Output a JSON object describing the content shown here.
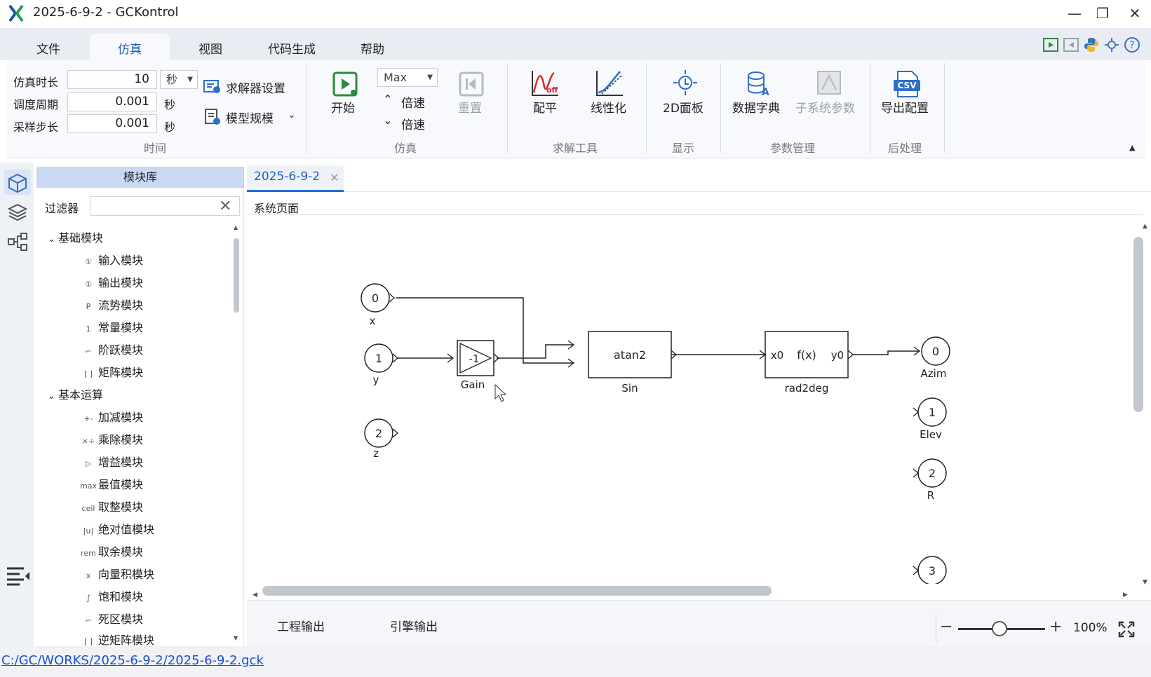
{
  "window": {
    "title": "2025-6-9-2 - GCKontrol",
    "minimize_icon": "minimize-icon",
    "restore_icon": "restore-icon",
    "close_icon": "close-icon"
  },
  "menu": {
    "tabs": [
      "文件",
      "仿真",
      "视图",
      "代码生成",
      "帮助"
    ],
    "active": "仿真"
  },
  "ribbon": {
    "time": {
      "sim_duration_label": "仿真时长",
      "sim_duration_value": "10",
      "sim_duration_unit": "秒",
      "sched_period_label": "调度周期",
      "sched_period_value": "0.001",
      "sched_period_unit": "秒",
      "sample_step_label": "采样步长",
      "sample_step_value": "0.001",
      "sample_step_unit": "秒",
      "solver_settings": "求解器设置",
      "model_rules": "模型规模",
      "group_label": "时间"
    },
    "sim": {
      "start": "开始",
      "speed_select": "Max",
      "speed_up": "倍速",
      "speed_down": "倍速",
      "reset": "重置",
      "group_label": "仿真"
    },
    "solver_tools": {
      "trim": "配平",
      "linearize": "线性化",
      "group_label": "求解工具"
    },
    "display": {
      "panel2d": "2D面板",
      "group_label": "显示"
    },
    "param_mgmt": {
      "data_dict": "数据字典",
      "subsystem_params": "子系统参数",
      "group_label": "参数管理"
    },
    "post": {
      "export_config": "导出配置",
      "csv": "CSV",
      "group_label": "后处理"
    }
  },
  "library": {
    "title": "模块库",
    "filter_label": "过滤器",
    "filter_value": "",
    "groups": [
      {
        "name": "基础模块",
        "items": [
          {
            "icon": "①",
            "label": "输入模块"
          },
          {
            "icon": "①",
            "label": "输出模块"
          },
          {
            "icon": "P",
            "label": "流势模块"
          },
          {
            "icon": "1",
            "label": "常量模块"
          },
          {
            "icon": "⌐",
            "label": "阶跃模块"
          },
          {
            "icon": "[ ]",
            "label": "矩阵模块"
          }
        ]
      },
      {
        "name": "基本运算",
        "items": [
          {
            "icon": "+-",
            "label": "加减模块"
          },
          {
            "icon": "×÷",
            "label": "乘除模块"
          },
          {
            "icon": "▷",
            "label": "增益模块"
          },
          {
            "icon": "max",
            "label": "最值模块"
          },
          {
            "icon": "ceil",
            "label": "取整模块"
          },
          {
            "icon": "|u|",
            "label": "绝对值模块"
          },
          {
            "icon": "rem",
            "label": "取余模块"
          },
          {
            "icon": "x",
            "label": "向量积模块"
          },
          {
            "icon": "∫",
            "label": "饱和模块"
          },
          {
            "icon": "⌐",
            "label": "死区模块"
          },
          {
            "icon": "[ ]",
            "label": "逆矩阵模块"
          }
        ]
      }
    ]
  },
  "document": {
    "tab_label": "2025-6-9-2",
    "breadcrumb": "系统页面"
  },
  "diagram": {
    "inputs": [
      {
        "num": "0",
        "label": "x"
      },
      {
        "num": "1",
        "label": "y"
      },
      {
        "num": "2",
        "label": "z"
      }
    ],
    "gain": {
      "value": "-1",
      "label": "Gain"
    },
    "sin_block": {
      "text": "atan2",
      "label": "Sin"
    },
    "rad2deg": {
      "in": "x0",
      "fx": "f(x)",
      "out": "y0",
      "label": "rad2deg"
    },
    "outputs": [
      {
        "num": "0",
        "label": "Azim"
      },
      {
        "num": "1",
        "label": "Elev"
      },
      {
        "num": "2",
        "label": "R"
      },
      {
        "num": "3",
        "label": ""
      }
    ]
  },
  "bottom": {
    "project_output": "工程输出",
    "engine_output": "引擎输出",
    "zoom": "100%",
    "zoom_minus": "−",
    "zoom_plus": "+"
  },
  "status": {
    "file_path": "C:/GC/WORKS/2025-6-9-2/2025-6-9-2.gck"
  }
}
